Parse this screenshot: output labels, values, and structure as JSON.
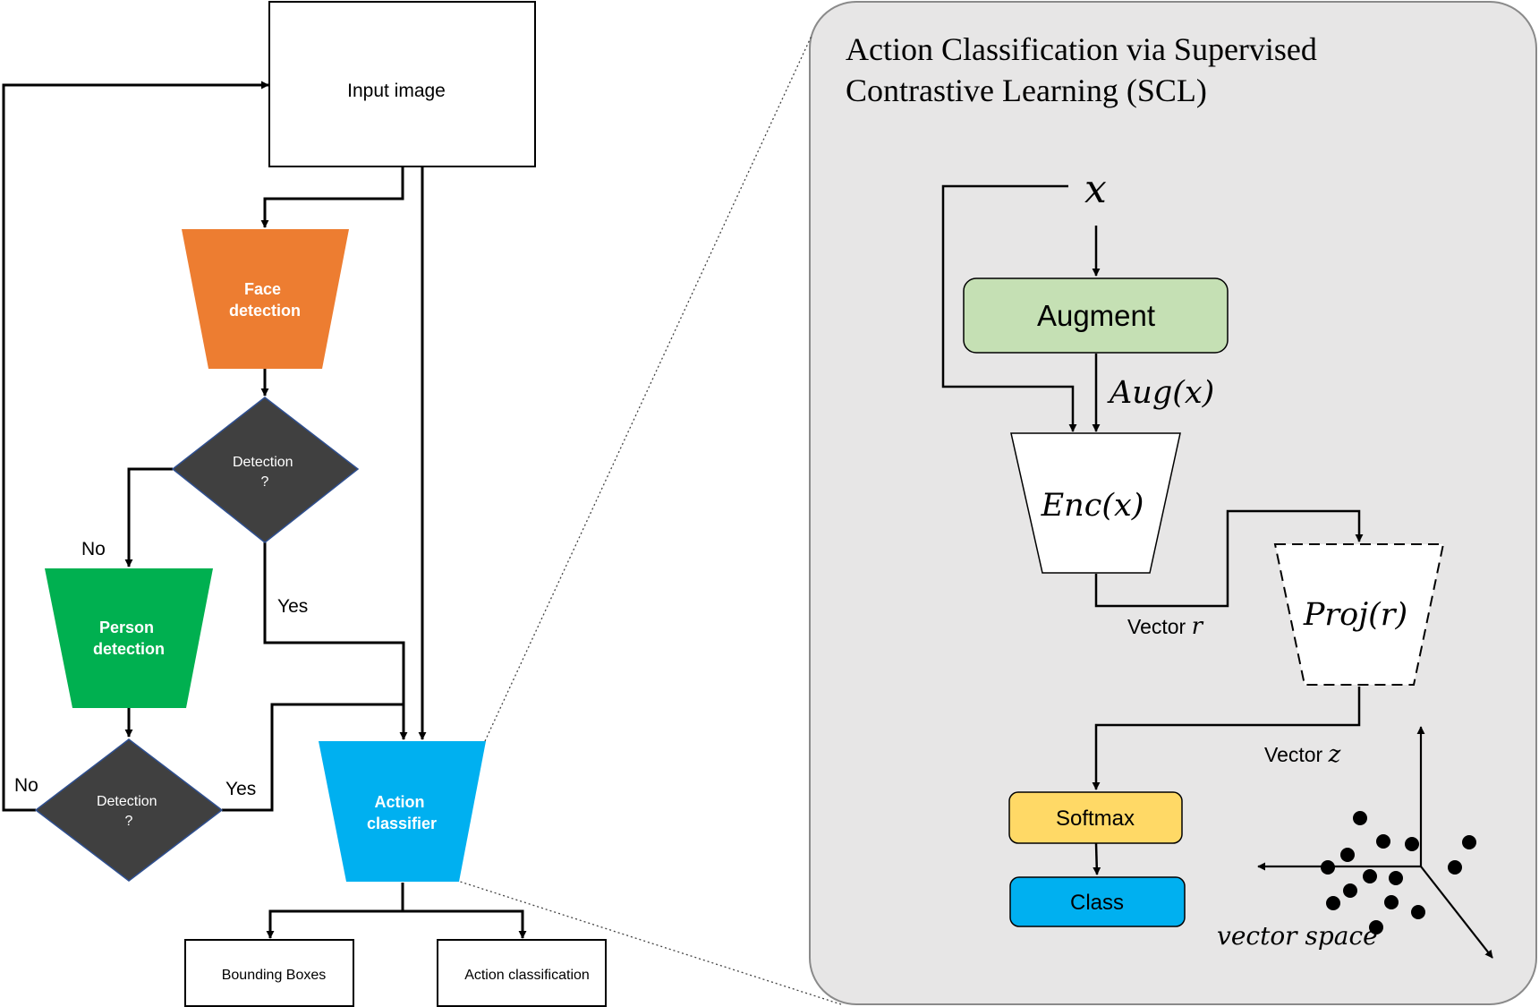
{
  "flowchart": {
    "input_label": "Input image",
    "face_detection": [
      "Face",
      "detection"
    ],
    "detection_q1": [
      "Detection",
      "?"
    ],
    "no_1": "No",
    "yes_1": "Yes",
    "person_detection": [
      "Person",
      "detection"
    ],
    "detection_q2": [
      "Detection",
      "?"
    ],
    "no_2": "No",
    "yes_2": "Yes",
    "action_classifier": [
      "Action",
      "classifier"
    ],
    "bounding_boxes": "Bounding Boxes",
    "action_classification": "Action classification"
  },
  "panel": {
    "title_line1": "Action Classification via Supervised",
    "title_line2": "Contrastive Learning (SCL)",
    "x_label": "x",
    "augment": "Augment",
    "aug_x": "Aug(x)",
    "enc_x": "Enc(x)",
    "vector_r": "Vector ",
    "vector_r_var": "r",
    "proj_r": "Proj(r)",
    "vector_z": "Vector ",
    "vector_z_var": "z",
    "softmax": "Softmax",
    "class": "Class",
    "vector_space": "vector space"
  },
  "colors": {
    "face": "#ed7d31",
    "person": "#00b050",
    "decision": "#404040",
    "action": "#00b0f0",
    "augment": "#c5e0b4",
    "softmax": "#ffd966",
    "class": "#00b0f0",
    "panel_bg": "#e7e6e6"
  }
}
